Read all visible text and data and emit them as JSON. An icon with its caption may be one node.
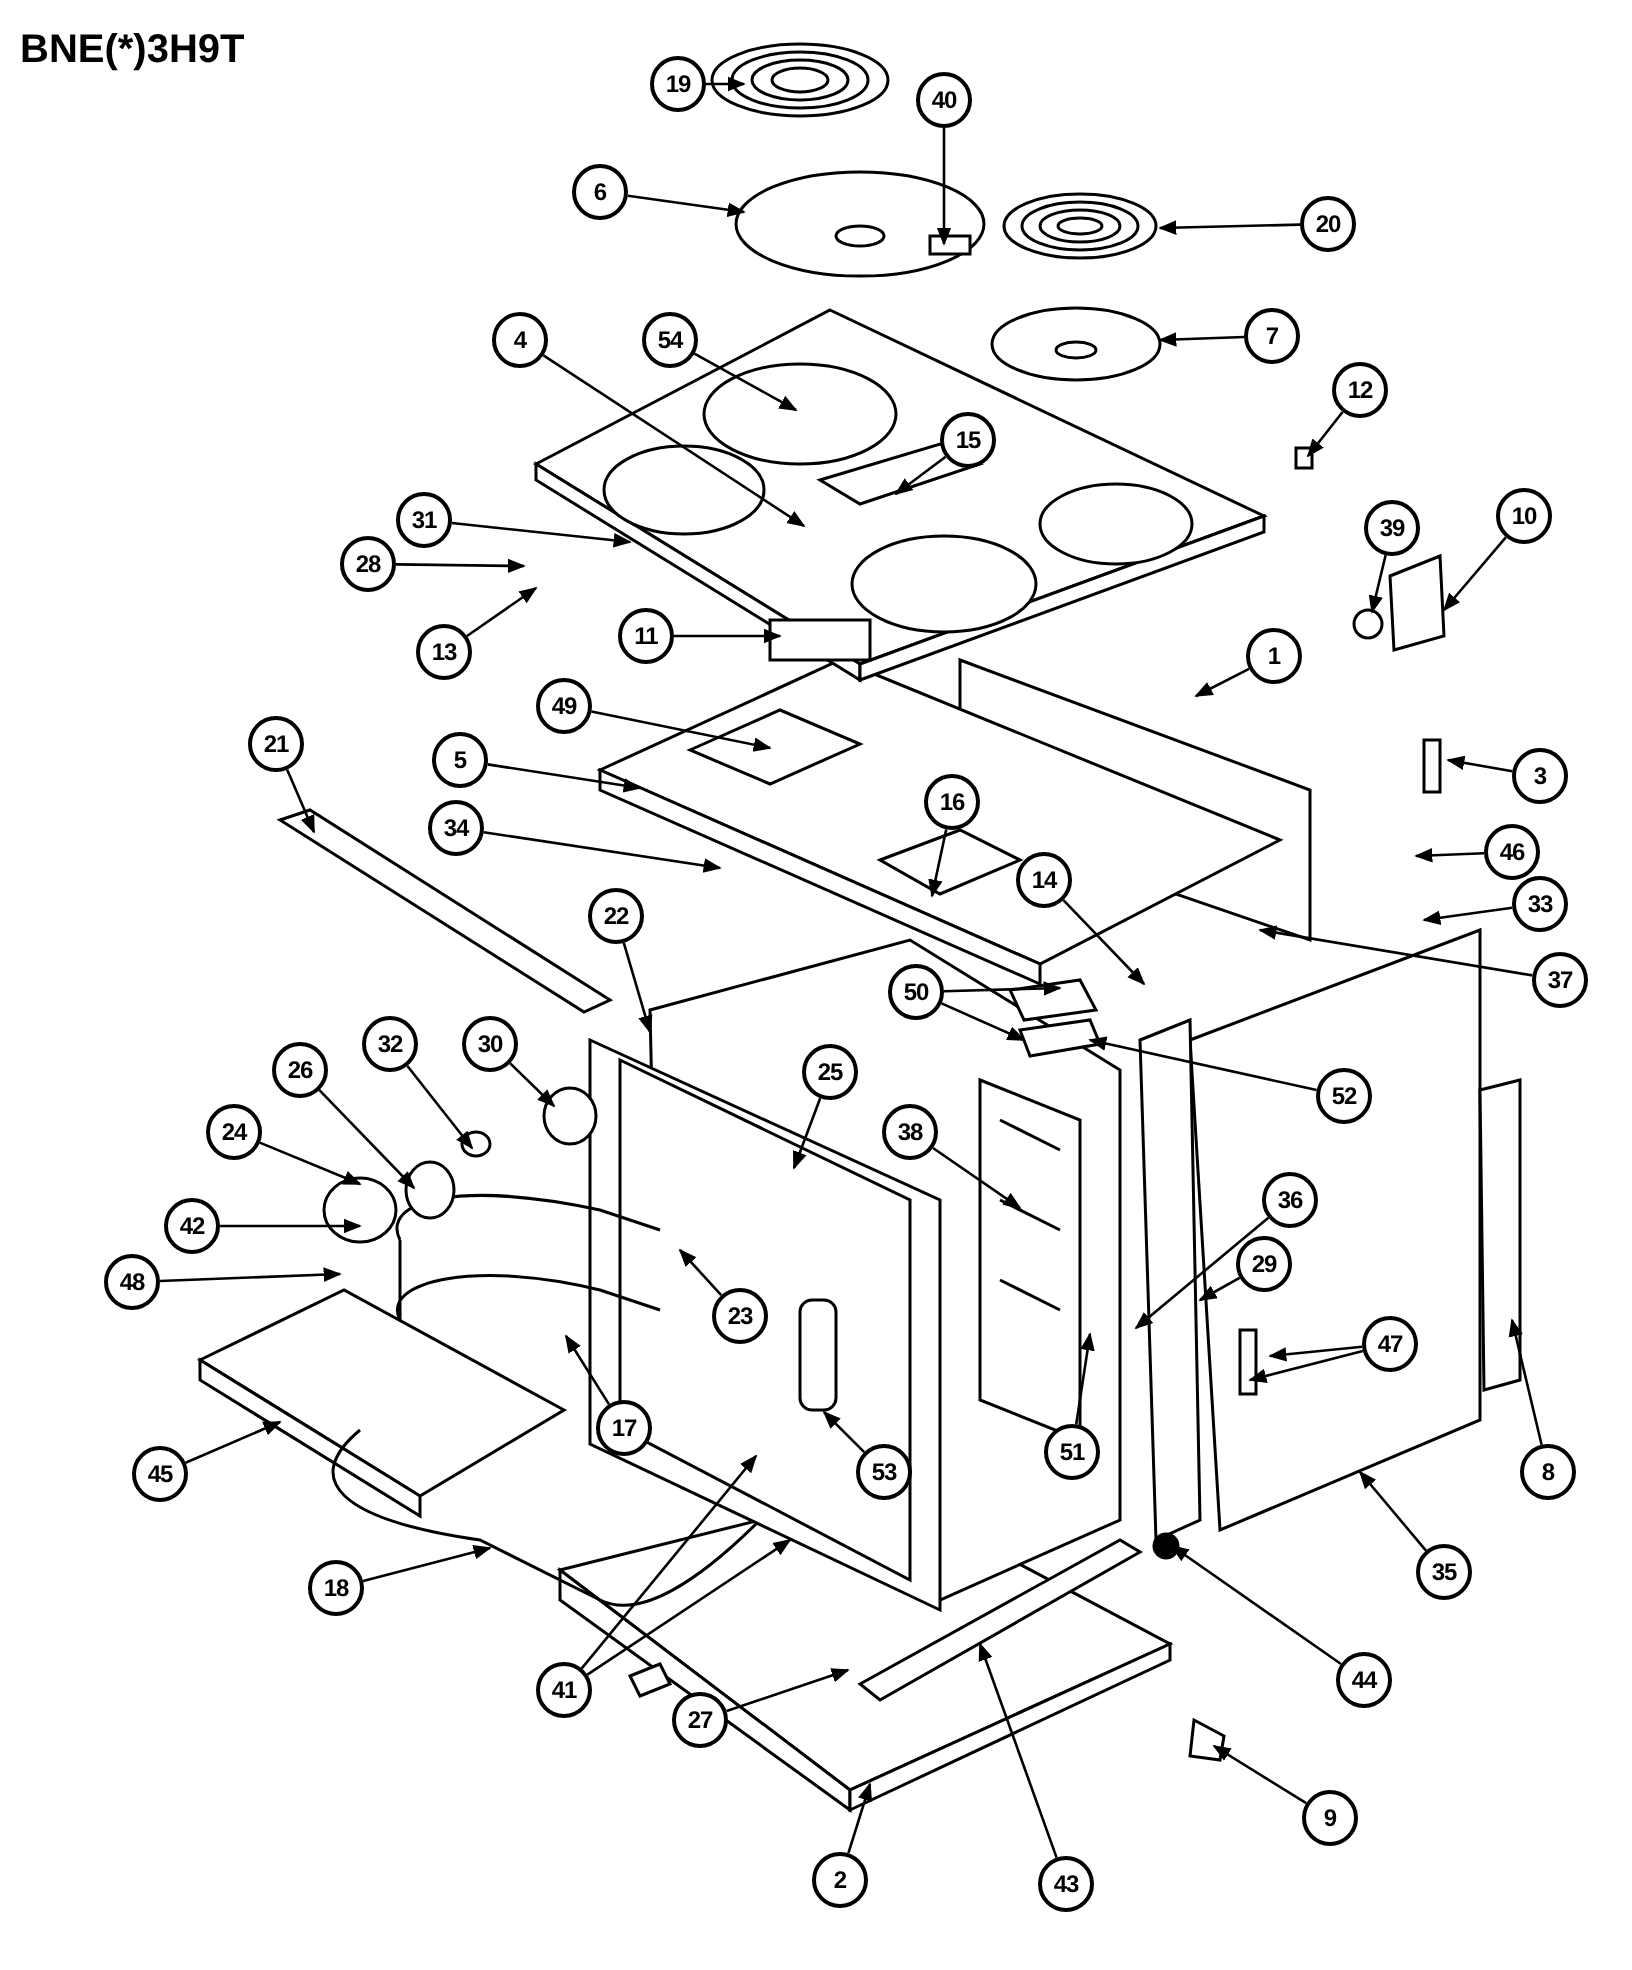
{
  "diagram": {
    "title": "BNE(*)3H9T",
    "nodes": [
      {
        "text": [
          "19"
        ]
      },
      {
        "text": [
          "40"
        ]
      },
      {
        "text": [
          "6"
        ]
      },
      {
        "text": [
          "20"
        ]
      },
      {
        "text": [
          "54"
        ]
      },
      {
        "text": [
          "7"
        ]
      },
      {
        "text": [
          "4"
        ]
      },
      {
        "text": [
          "15"
        ]
      },
      {
        "text": [
          "12"
        ]
      },
      {
        "text": [
          "10"
        ]
      },
      {
        "text": [
          "31"
        ]
      },
      {
        "text": [
          "28"
        ]
      },
      {
        "text": [
          "13"
        ]
      },
      {
        "text": [
          "11"
        ]
      },
      {
        "text": [
          "39"
        ]
      },
      {
        "text": [
          "1"
        ]
      },
      {
        "text": [
          "49"
        ]
      },
      {
        "text": [
          "21"
        ]
      },
      {
        "text": [
          "5"
        ]
      },
      {
        "text": [
          "3"
        ]
      },
      {
        "text": [
          "34"
        ]
      },
      {
        "text": [
          "16"
        ]
      },
      {
        "text": [
          "46"
        ]
      },
      {
        "text": [
          "14"
        ]
      },
      {
        "text": [
          "33"
        ]
      },
      {
        "text": [
          "37"
        ]
      },
      {
        "text": [
          "22"
        ]
      },
      {
        "text": [
          "50"
        ]
      },
      {
        "text": [
          "52"
        ]
      },
      {
        "text": [
          "30"
        ]
      },
      {
        "text": [
          "32"
        ]
      },
      {
        "text": [
          "26"
        ]
      },
      {
        "text": [
          "25"
        ]
      },
      {
        "text": [
          "38"
        ]
      },
      {
        "text": [
          "24"
        ]
      },
      {
        "text": [
          "42"
        ]
      },
      {
        "text": [
          "36"
        ]
      },
      {
        "text": [
          "29"
        ]
      },
      {
        "text": [
          "48"
        ]
      },
      {
        "text": [
          "47"
        ]
      },
      {
        "text": [
          "17"
        ]
      },
      {
        "text": [
          "23"
        ]
      },
      {
        "text": [
          "53"
        ]
      },
      {
        "text": [
          "51"
        ]
      },
      {
        "text": [
          "45"
        ]
      },
      {
        "text": [
          "8"
        ]
      },
      {
        "text": [
          "35"
        ]
      },
      {
        "text": [
          "18"
        ]
      },
      {
        "text": [
          "41"
        ]
      },
      {
        "text": [
          "44"
        ]
      },
      {
        "text": [
          "27"
        ]
      },
      {
        "text": [
          "43"
        ]
      },
      {
        "text": [
          "9"
        ]
      },
      {
        "text": [
          "2"
        ]
      }
    ],
    "edges": [
      {
        "from": 0,
        "to": null,
        "arrow": "to"
      },
      {
        "from": 1,
        "to": null,
        "arrow": "to"
      },
      {
        "from": 2,
        "to": null,
        "arrow": "to"
      },
      {
        "from": 3,
        "to": null,
        "arrow": "to"
      },
      {
        "from": 4,
        "to": null,
        "arrow": "to"
      },
      {
        "from": 5,
        "to": null,
        "arrow": "to"
      },
      {
        "from": 6,
        "to": null,
        "arrow": "to"
      },
      {
        "from": 7,
        "to": null,
        "arrow": "to"
      },
      {
        "from": 8,
        "to": null,
        "arrow": "to"
      },
      {
        "from": 9,
        "to": null,
        "arrow": "to"
      },
      {
        "from": 10,
        "to": null,
        "arrow": "to"
      },
      {
        "from": 11,
        "to": null,
        "arrow": "to"
      },
      {
        "from": 12,
        "to": null,
        "arrow": "to"
      },
      {
        "from": 13,
        "to": null,
        "arrow": "to"
      },
      {
        "from": 14,
        "to": null,
        "arrow": "to"
      },
      {
        "from": 15,
        "to": null,
        "arrow": "to"
      },
      {
        "from": 16,
        "to": null,
        "arrow": "to"
      },
      {
        "from": 17,
        "to": null,
        "arrow": "to"
      },
      {
        "from": 18,
        "to": null,
        "arrow": "to"
      },
      {
        "from": 19,
        "to": null,
        "arrow": "to"
      },
      {
        "from": 20,
        "to": null,
        "arrow": "to"
      },
      {
        "from": 21,
        "to": null,
        "arrow": "to"
      },
      {
        "from": 22,
        "to": null,
        "arrow": "to"
      },
      {
        "from": 23,
        "to": null,
        "arrow": "to"
      },
      {
        "from": 24,
        "to": null,
        "arrow": "to"
      },
      {
        "from": 25,
        "to": null,
        "arrow": "to"
      },
      {
        "from": 26,
        "to": null,
        "arrow": "to"
      },
      {
        "from": 27,
        "to": null,
        "arrow": "to"
      },
      {
        "from": 27,
        "to": null,
        "arrow": "to"
      },
      {
        "from": 28,
        "to": null,
        "arrow": "to"
      },
      {
        "from": 29,
        "to": null,
        "arrow": "to"
      },
      {
        "from": 30,
        "to": null,
        "arrow": "to"
      },
      {
        "from": 31,
        "to": null,
        "arrow": "to"
      },
      {
        "from": 32,
        "to": null,
        "arrow": "to"
      },
      {
        "from": 33,
        "to": null,
        "arrow": "to"
      },
      {
        "from": 34,
        "to": null,
        "arrow": "to"
      },
      {
        "from": 35,
        "to": null,
        "arrow": "to"
      },
      {
        "from": 36,
        "to": null,
        "arrow": "to"
      },
      {
        "from": 37,
        "to": null,
        "arrow": "to"
      },
      {
        "from": 38,
        "to": null,
        "arrow": "to"
      },
      {
        "from": 39,
        "to": null,
        "arrow": "to"
      },
      {
        "from": 39,
        "to": null,
        "arrow": "to"
      },
      {
        "from": 40,
        "to": null,
        "arrow": "to"
      },
      {
        "from": 41,
        "to": null,
        "arrow": "to"
      },
      {
        "from": 42,
        "to": null,
        "arrow": "to"
      },
      {
        "from": 43,
        "to": null,
        "arrow": "to"
      },
      {
        "from": 44,
        "to": null,
        "arrow": "to"
      },
      {
        "from": 45,
        "to": null,
        "arrow": "to"
      },
      {
        "from": 46,
        "to": null,
        "arrow": "to"
      },
      {
        "from": 47,
        "to": null,
        "arrow": "to"
      },
      {
        "from": 48,
        "to": null,
        "arrow": "to"
      },
      {
        "from": 48,
        "to": null,
        "arrow": "to"
      },
      {
        "from": 49,
        "to": null,
        "arrow": "to"
      },
      {
        "from": 50,
        "to": null,
        "arrow": "to"
      },
      {
        "from": 51,
        "to": null,
        "arrow": "to"
      },
      {
        "from": 52,
        "to": null,
        "arrow": "to"
      },
      {
        "from": 53,
        "to": null,
        "arrow": "to"
      }
    ]
  }
}
